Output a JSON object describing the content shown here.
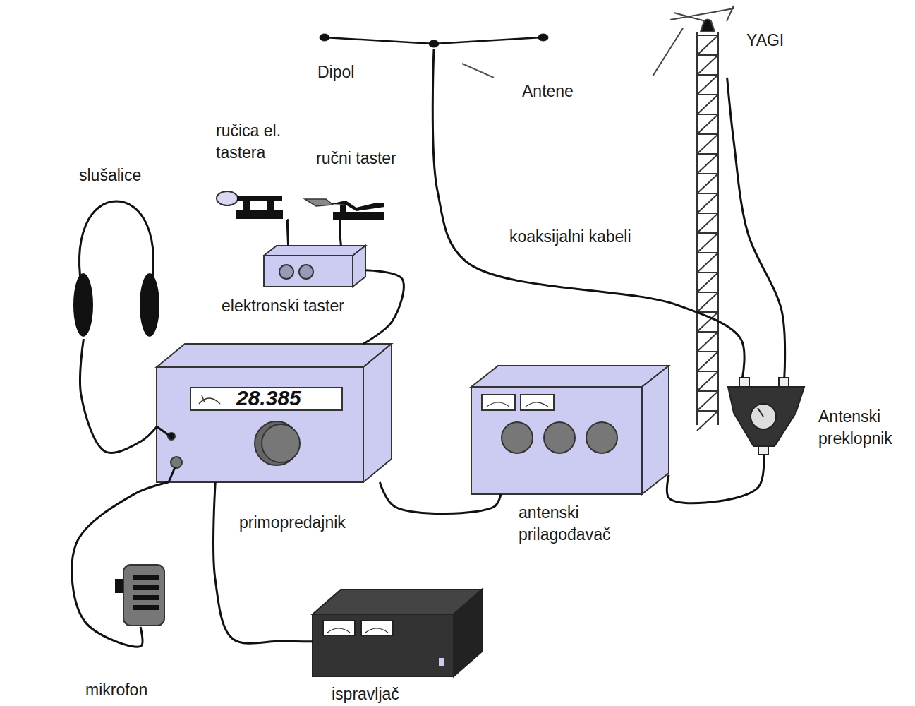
{
  "diagram": {
    "nodes": [
      {
        "text": [
          "Dipol"
        ]
      },
      {
        "text": [
          "YAGI"
        ]
      },
      {
        "text": [
          "ručica el. tastera"
        ]
      },
      {
        "text": [
          "ručni taster"
        ]
      },
      {
        "text": [
          "slušalice"
        ]
      },
      {
        "text": [
          "elektronski taster"
        ]
      },
      {
        "text": [
          "28.385",
          "primopredajnik"
        ]
      },
      {
        "text": [
          "antenski prilagođavač"
        ]
      },
      {
        "text": [
          "Antenski preklopnik"
        ]
      },
      {
        "text": [
          "mikrofon"
        ]
      },
      {
        "text": [
          "ispravljač"
        ]
      }
    ],
    "edges": [
      {
        "from": 2,
        "to": 5,
        "arrow": "none"
      },
      {
        "from": 3,
        "to": 5,
        "arrow": "none"
      },
      {
        "from": 5,
        "to": 6,
        "arrow": "none"
      },
      {
        "from": 4,
        "to": 6,
        "arrow": "none"
      },
      {
        "from": 9,
        "to": 6,
        "arrow": "none"
      },
      {
        "from": 6,
        "to": 10,
        "arrow": "none"
      },
      {
        "from": 6,
        "to": 7,
        "arrow": "none"
      },
      {
        "from": 7,
        "to": 8,
        "arrow": "none"
      },
      {
        "from": 0,
        "to": 8,
        "arrow": "none"
      },
      {
        "from": 1,
        "to": 8,
        "arrow": "none"
      }
    ],
    "labels": [
      "Antene",
      "koaksijalni kabeli"
    ]
  }
}
